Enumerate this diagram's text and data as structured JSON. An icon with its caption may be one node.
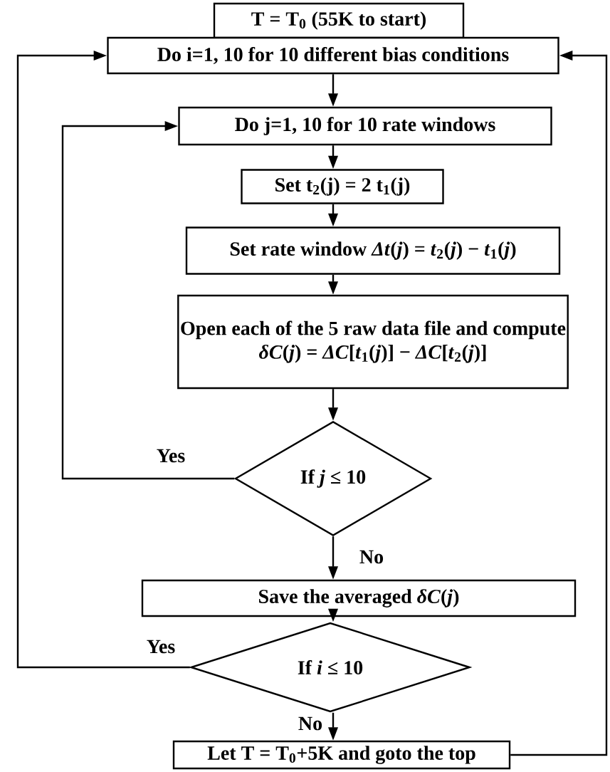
{
  "diagram": {
    "nodes": [
      {
        "text": [
          "T = T$_{0}$ (55K to start)"
        ]
      },
      {
        "text": [
          "Do i=1, 10 for 10 different bias conditions"
        ]
      },
      {
        "text": [
          "Do j=1, 10 for 10 rate windows"
        ]
      },
      {
        "text": [
          "Set t$_{2}$(j) = 2 t$_{1}$(j)"
        ]
      },
      {
        "text": [
          "Set rate window *Δt*(*j*) = *t*$_{2}$(*j*) − *t*$_{1}$(*j*)"
        ]
      },
      {
        "text": [
          "Open each of the 5 raw data file and compute",
          "*δC*(*j*) = *ΔC*[*t*$_{1}$(*j*)] − *ΔC*[*t*$_{2}$(*j*)]"
        ]
      },
      {
        "text": [
          "If *j* ≤ 10"
        ]
      },
      {
        "text": [
          "Save the averaged *δC*(*j*)"
        ]
      },
      {
        "text": [
          "If *i* ≤ 10"
        ]
      },
      {
        "text": [
          "Let T = T$_{0}$+5K and goto the top"
        ]
      }
    ],
    "edges": [
      {
        "from": 1,
        "to": 2,
        "arrow": "to"
      },
      {
        "from": 2,
        "to": 3,
        "arrow": "to"
      },
      {
        "from": 3,
        "to": 4,
        "arrow": "to"
      },
      {
        "from": 4,
        "to": 5,
        "arrow": "to"
      },
      {
        "from": 5,
        "to": 6,
        "arrow": "to"
      },
      {
        "from": 6,
        "to": 2,
        "arrow": "to",
        "label": "Yes"
      },
      {
        "from": 6,
        "to": 7,
        "arrow": "to",
        "label": "No"
      },
      {
        "from": 7,
        "to": 8,
        "arrow": "to"
      },
      {
        "from": 8,
        "to": 1,
        "arrow": "to",
        "label": "Yes"
      },
      {
        "from": 8,
        "to": 9,
        "arrow": "to",
        "label": "No"
      },
      {
        "from": 9,
        "to": 1,
        "arrow": "to"
      }
    ]
  }
}
